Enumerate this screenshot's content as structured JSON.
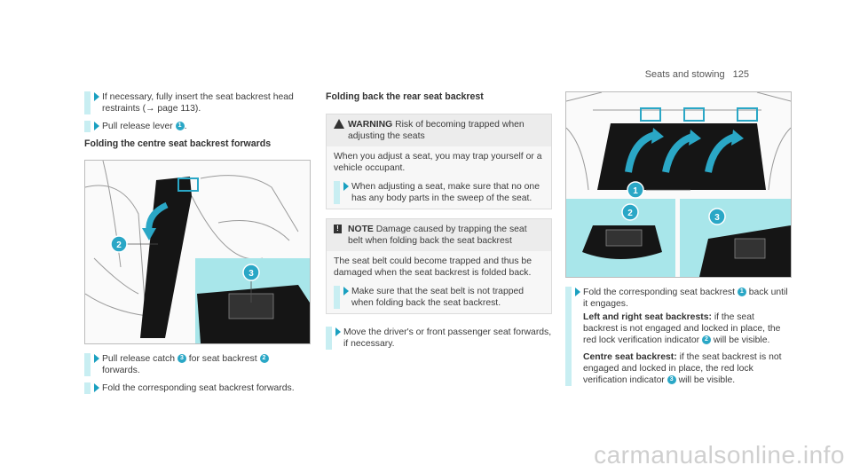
{
  "header": {
    "section": "Seats and stowing",
    "page": "125"
  },
  "col1": {
    "step1": "If necessary, fully insert the seat backrest head restraints (",
    "step1_ref": "→ page 113).",
    "step2_pre": "Pull release lever",
    "step2_num": "1",
    "heading": "Folding the centre seat backrest forwards",
    "step3_a": "Pull release catch",
    "step3_num1": "3",
    "step3_b": "for seat backrest",
    "step3_num2": "2",
    "step3_c": "forwards.",
    "step4": "Fold the corresponding seat backrest forwards."
  },
  "col2": {
    "heading": "Folding back the rear seat backrest",
    "warning": {
      "title": "WARNING",
      "title_text": "Risk of becoming trapped when adjusting the seats",
      "body": "When you adjust a seat, you may trap yourself or a vehicle occupant.",
      "step": "When adjusting a seat, make sure that no one has any body parts in the sweep of the seat."
    },
    "note": {
      "title": "NOTE",
      "title_text": "Damage caused by trapping the seat belt when folding back the seat backrest",
      "body": "The seat belt could become trapped and thus be damaged when the seat backrest is folded back.",
      "step": "Make sure that the seat belt is not trapped when folding back the seat backrest."
    },
    "step": "Move the driver's or front passenger seat forwards, if necessary."
  },
  "col3": {
    "step_a": "Fold the corresponding seat backrest",
    "step_num": "1",
    "step_b": "back until it engages.",
    "p1_kw": "Left and right seat backrests:",
    "p1_a": "if the seat backrest is not engaged and locked in place, the red lock verification indicator",
    "p1_num": "2",
    "p1_b": "will be visible.",
    "p2_kw": "Centre seat backrest:",
    "p2_a": "if the seat backrest is not engaged and locked in place, the red lock verification indicator",
    "p2_num": "3",
    "p2_b": "will be visible."
  },
  "figures": {
    "fig1_callouts": [
      "2",
      "3"
    ],
    "fig2_callouts": [
      "1",
      "2",
      "3"
    ]
  },
  "watermark": "carmanualsonline.info",
  "colors": {
    "accent": "#2aa7c6",
    "inset_bg": "#a8e6ea",
    "seat": "#151515"
  }
}
